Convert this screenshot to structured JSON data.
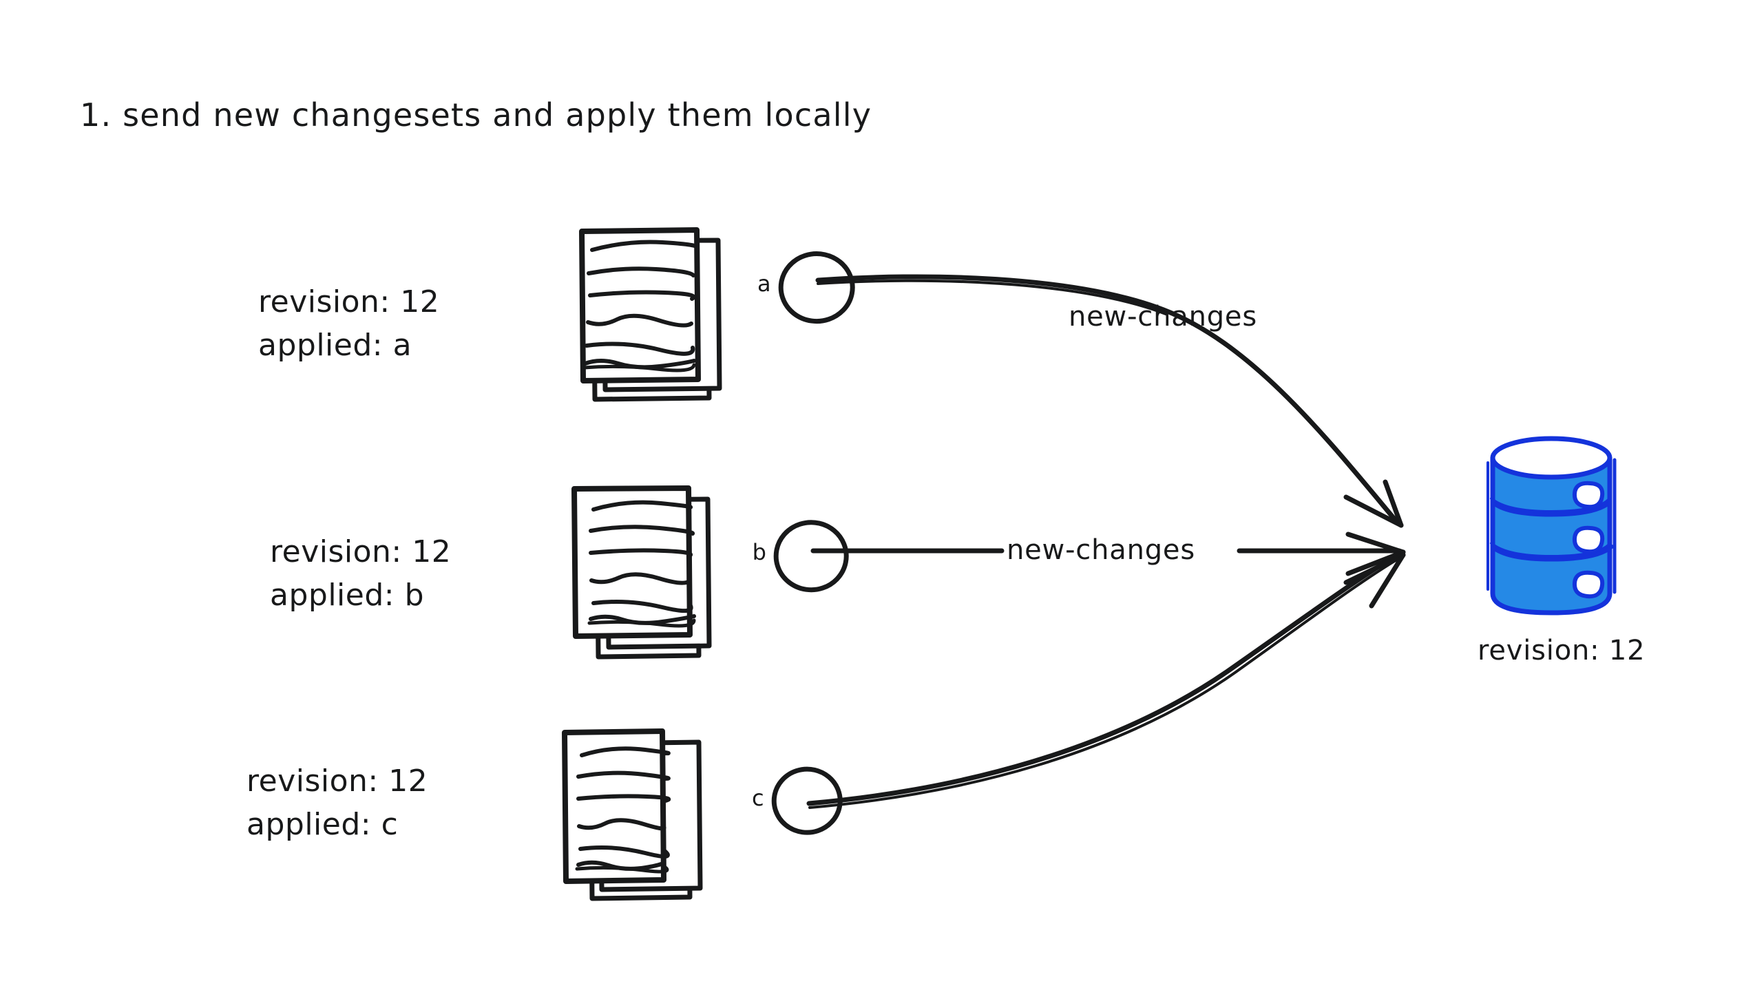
{
  "diagram": {
    "title": "1. send new changesets and apply them locally",
    "background_color": "#ffffff",
    "ink_color": "#18191a",
    "db_fill_color": "#2589e6",
    "db_stroke_color": "#1433db"
  },
  "replicas": [
    {
      "id": "a",
      "revision_label": "revision: 12",
      "applied_label": "applied: a",
      "node_letter": "a",
      "doc_icon": "document-stack-icon",
      "edge_label": "new-changes"
    },
    {
      "id": "b",
      "revision_label": "revision: 12",
      "applied_label": "applied: b",
      "node_letter": "b",
      "doc_icon": "document-stack-icon",
      "edge_label": "new-changes"
    },
    {
      "id": "c",
      "revision_label": "revision: 12",
      "applied_label": "applied: c",
      "node_letter": "c",
      "doc_icon": "document-stack-icon",
      "edge_label": ""
    }
  ],
  "database": {
    "icon": "database-cylinder-icon",
    "revision_label": "revision: 12",
    "tier_count": 3
  }
}
